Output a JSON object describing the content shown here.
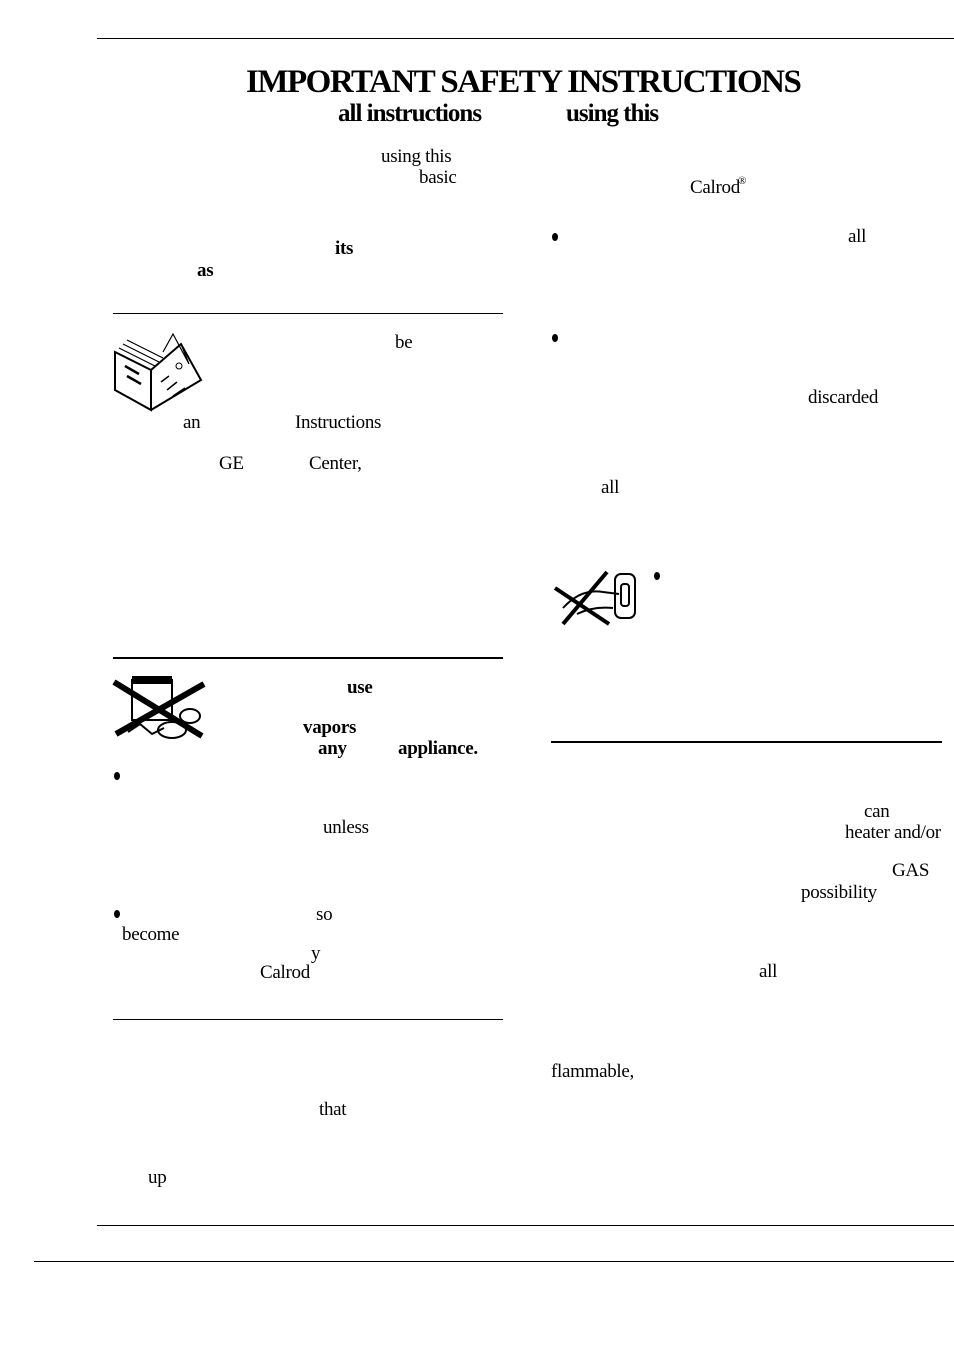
{
  "header": {
    "title": "IMPORTANT SAFETY INSTRUCTIONS",
    "subtitle_left": "all instructions",
    "subtitle_right": "using this"
  },
  "left_column": {
    "intro_words": [
      "using this",
      "basic",
      "its",
      "as"
    ],
    "manual_section_words": [
      "be",
      "an",
      "Instructions",
      "GE",
      "Center,"
    ],
    "gas_section_words": [
      "use",
      "vapors",
      "any",
      "appliance."
    ],
    "bullet_section_words": [
      "unless",
      "so",
      "become",
      "y",
      "Calrod"
    ],
    "bottom_section_words": [
      "that",
      "up"
    ]
  },
  "right_column": {
    "top_words": [
      "Calrod"
    ],
    "bullet_words": [
      "all",
      "discarded",
      "all"
    ],
    "lower_words": [
      "can",
      "heater and/or",
      "GAS",
      "possibility",
      "all",
      "flammable,"
    ]
  },
  "icons": [
    "open-book-icon",
    "no-flammable-storage-icon",
    "no-hand-in-outlet-icon"
  ]
}
